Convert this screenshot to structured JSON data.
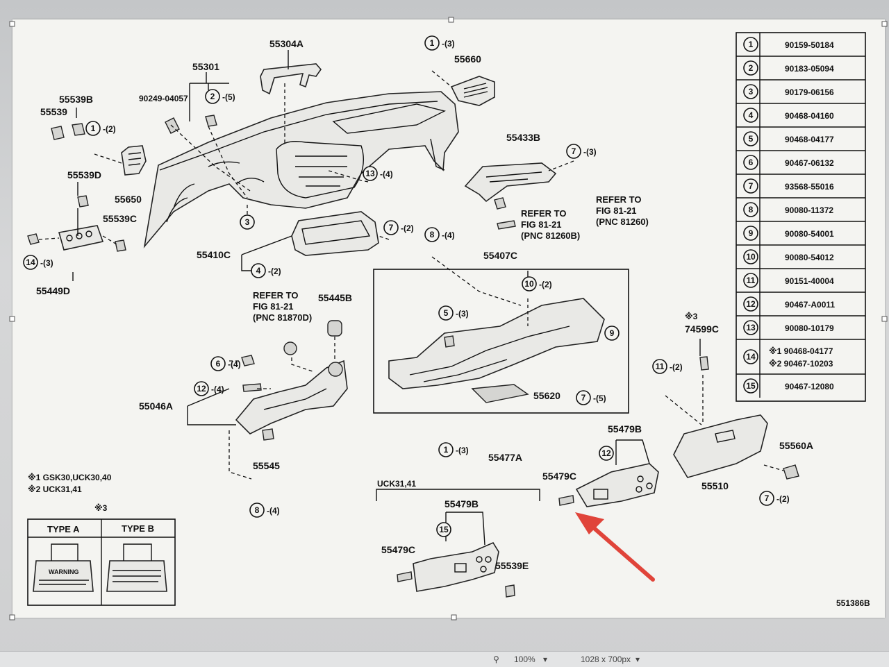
{
  "parts_table": [
    {
      "no": "1",
      "part": "90159-50184"
    },
    {
      "no": "2",
      "part": "90183-05094"
    },
    {
      "no": "3",
      "part": "90179-06156"
    },
    {
      "no": "4",
      "part": "90468-04160"
    },
    {
      "no": "5",
      "part": "90468-04177"
    },
    {
      "no": "6",
      "part": "90467-06132"
    },
    {
      "no": "7",
      "part": "93568-55016"
    },
    {
      "no": "8",
      "part": "90080-11372"
    },
    {
      "no": "9",
      "part": "90080-54001"
    },
    {
      "no": "10",
      "part": "90080-54012"
    },
    {
      "no": "11",
      "part": "90151-40004"
    },
    {
      "no": "12",
      "part": "90467-A0011"
    },
    {
      "no": "13",
      "part": "90080-10179"
    },
    {
      "no": "14",
      "part": "※1 90468-04177",
      "part2": "※2 90467-10203"
    },
    {
      "no": "15",
      "part": "90467-12080"
    }
  ],
  "labels": {
    "p55304A": "55304A",
    "p55301": "55301",
    "p90249": "90249-04057",
    "p55660": "55660",
    "p55539B": "55539B",
    "p55539": "55539",
    "p55539D": "55539D",
    "p55650": "55650",
    "p55539C": "55539C",
    "p55449D": "55449D",
    "p55433B": "55433B",
    "p55410C": "55410C",
    "p55407C": "55407C",
    "p55445B": "55445B",
    "p55046A": "55046A",
    "p55545": "55545",
    "p55620": "55620",
    "p55477A": "55477A",
    "p74599C": "74599C",
    "p55479B_a": "55479B",
    "p55479C_a": "55479C",
    "p55510": "55510",
    "p55560A": "55560A",
    "p55479B_b": "55479B",
    "p55479C_b": "55479C",
    "p55539E": "55539E",
    "drawing_no": "551386B"
  },
  "qty": {
    "q1a": "-(3)",
    "q2a": "-(5)",
    "q1b": "-(2)",
    "q13": "-(4)",
    "q7a": "-(3)",
    "q14": "-(3)",
    "q7b": "-(2)",
    "q8a": "-(4)",
    "q4": "-(2)",
    "q10": "-(2)",
    "q5": "-(3)",
    "q6": "-(4)",
    "q12": "-(4)",
    "q7c": "-(5)",
    "q1c": "-(3)",
    "q8b": "-(4)",
    "q11": "-(2)",
    "q7d": "-(2)"
  },
  "refs": {
    "ref1": [
      "REFER TO",
      "FIG 81-21",
      "(PNC 81260)"
    ],
    "ref2": [
      "REFER TO",
      "FIG 81-21",
      "(PNC 81260B)"
    ],
    "ref3": [
      "REFER TO",
      "FIG 81-21",
      "(PNC 81870D)"
    ]
  },
  "notes": {
    "note1": "※1 GSK30,UCK30,40",
    "note2": "※2 UCK31,41",
    "mark3": "※3",
    "mark3b": "※3",
    "uck": "UCK31,41"
  },
  "type_box": {
    "type_a": "TYPE A",
    "type_b": "TYPE B",
    "warning": "WARNING"
  },
  "colors": {
    "arrow": "#e0443a",
    "paper": "#f4f4f1",
    "ink": "#111111"
  },
  "status_bar": {
    "zoom": "100%",
    "image_size": "1028 x 700px"
  }
}
